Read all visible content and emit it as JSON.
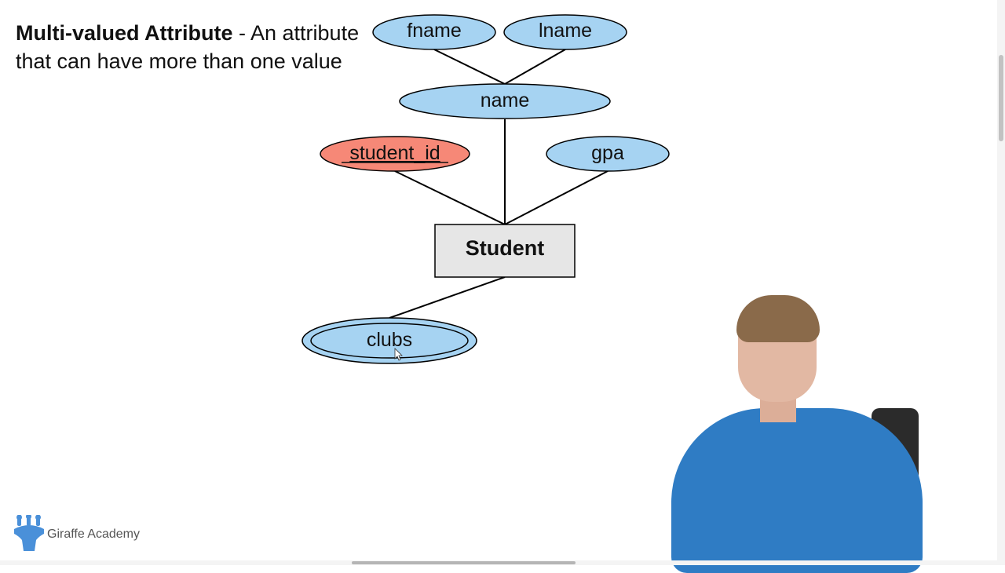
{
  "heading": {
    "term": "Multi-valued Attribute",
    "definition": " - An attribute that can have more than one value"
  },
  "diagram": {
    "attributes": {
      "fname": "fname",
      "lname": "lname",
      "name": "name",
      "student_id": "student_id",
      "gpa": "gpa",
      "clubs": "clubs"
    },
    "entity": "Student"
  },
  "logo": {
    "name": "Giraffe Academy",
    "icon": "giraffe-icon"
  },
  "colors": {
    "attribute_fill": "#a6d3f2",
    "key_attribute_fill": "#f68877",
    "entity_fill": "#e6e6e6",
    "logo_blue": "#4a90d9"
  }
}
